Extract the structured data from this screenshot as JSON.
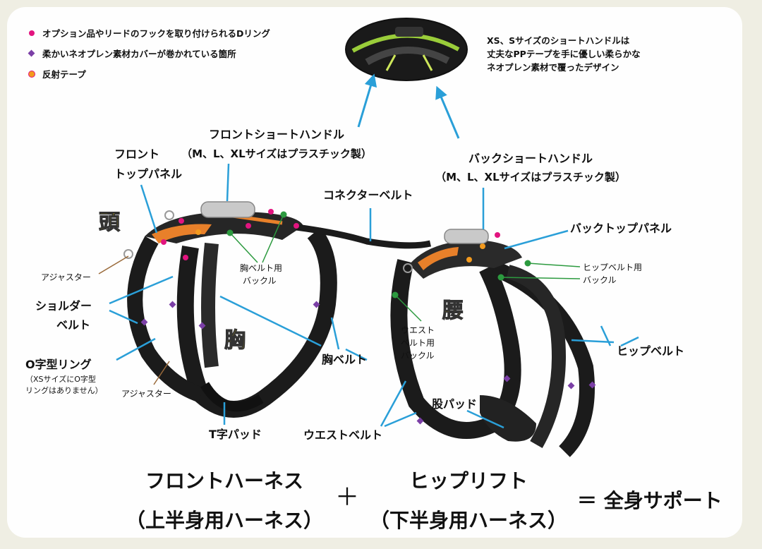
{
  "legend": [
    {
      "marker": "pink-dot-icon",
      "color": "#e2147f",
      "text": "オプション品やリードのフックを取り付けられるDリング"
    },
    {
      "marker": "purple-diamond-icon",
      "color": "#7b3fa6",
      "text": "柔かいネオプレン素材カバーが巻かれている箇所"
    },
    {
      "marker": "orange-dot-icon",
      "color": "#f39a1e",
      "text": "反射テープ"
    }
  ],
  "colors": {
    "arrow": "#2a9fd8",
    "green_line": "#2c9a3f",
    "brown_line": "#9a6a3a",
    "region_label": "#f5d800"
  },
  "note": [
    "XS、Sサイズのショートハンドルは",
    "丈夫なPPテープを手に優しい柔らかな",
    "ネオプレン素材で覆ったデザイン"
  ],
  "labels": {
    "front_short_handle": [
      "フロントショートハンドル",
      "（M、L、XLサイズはプラスチック製）"
    ],
    "front_top_panel": [
      "フロント",
      "トップパネル"
    ],
    "back_short_handle": [
      "バックショートハンドル",
      "（M、L、XLサイズはプラスチック製）"
    ],
    "connector_belt": "コネクターベルト",
    "back_top_panel": "バックトップパネル",
    "adjuster_upper": "アジャスター",
    "shoulder_belt": [
      "ショルダー",
      "ベルト"
    ],
    "chest_belt_buckle": [
      "胸ベルト用",
      "バックル"
    ],
    "hip_belt_buckle": [
      "ヒップベルト用",
      "バックル"
    ],
    "waist_belt_buckle": [
      "ウエスト",
      "ベルト用",
      "バックル"
    ],
    "hip_belt": "ヒップベルト",
    "o_ring": "O字型リング",
    "o_ring_note": [
      "（XSサイズにO字型",
      "リングはありません）"
    ],
    "adjuster_lower": "アジャスター",
    "chest_belt": "胸ベルト",
    "crotch_pad": "股パッド",
    "t_pad": "T字パッド",
    "waist_belt": "ウエストベルト"
  },
  "regions": {
    "head": "頭",
    "chest": "胸",
    "waist": "腰"
  },
  "bottom": {
    "front_name": "フロントハーネス",
    "front_sub": "（上半身用ハーネス）",
    "plus": "＋",
    "hip_name": "ヒップリフト",
    "hip_sub": "（下半身用ハーネス）",
    "result": "＝ 全身サポート"
  }
}
